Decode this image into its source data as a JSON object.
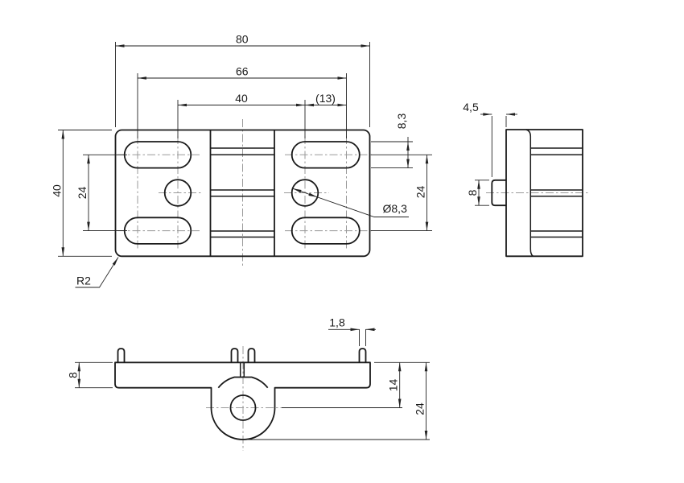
{
  "drawing": {
    "colors": {
      "line": "#1a1a1a",
      "dim": "#222222",
      "centerline": "#9a9a9a",
      "background": "#ffffff"
    },
    "top_view": {
      "dim_width_overall": "80",
      "dim_width_slot_centers": "66",
      "dim_width_inner_centers": "40",
      "dim_width_ref": "(13)",
      "dim_height_overall": "40",
      "dim_slot_row_spacing_left": "24",
      "dim_slot_width": "8,3",
      "dim_slot_row_spacing_right": "24",
      "label_corner_radius": "R2",
      "label_hole_diameter": "Ø8,3"
    },
    "side_view": {
      "dim_tab_depth": "4,5",
      "dim_tab_height": "8"
    },
    "front_view": {
      "dim_plate_thickness": "8",
      "dim_pin_width": "1,8",
      "dim_hinge_center_offset": "14",
      "dim_overall_height": "24"
    }
  }
}
